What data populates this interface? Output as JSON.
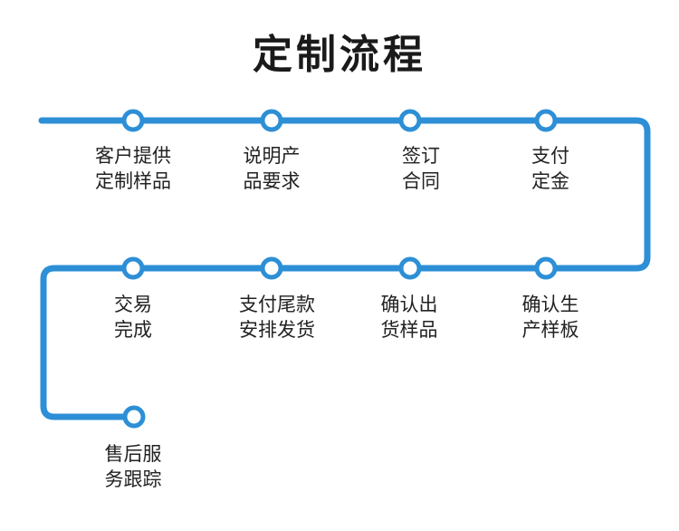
{
  "title": "定制流程",
  "colors": {
    "line": "#2d8fd6",
    "node_fill": "#ffffff",
    "text": "#222222"
  },
  "steps": [
    {
      "line1": "客户提供",
      "line2": "定制样品"
    },
    {
      "line1": "说明产",
      "line2": "品要求"
    },
    {
      "line1": "签订",
      "line2": "合同"
    },
    {
      "line1": "支付",
      "line2": "定金"
    },
    {
      "line1": "确认生",
      "line2": "产样板"
    },
    {
      "line1": "确认出",
      "line2": "货样品"
    },
    {
      "line1": "支付尾款",
      "line2": "安排发货"
    },
    {
      "line1": "交易",
      "line2": "完成"
    },
    {
      "line1": "售后服",
      "line2": "务跟踪"
    }
  ]
}
